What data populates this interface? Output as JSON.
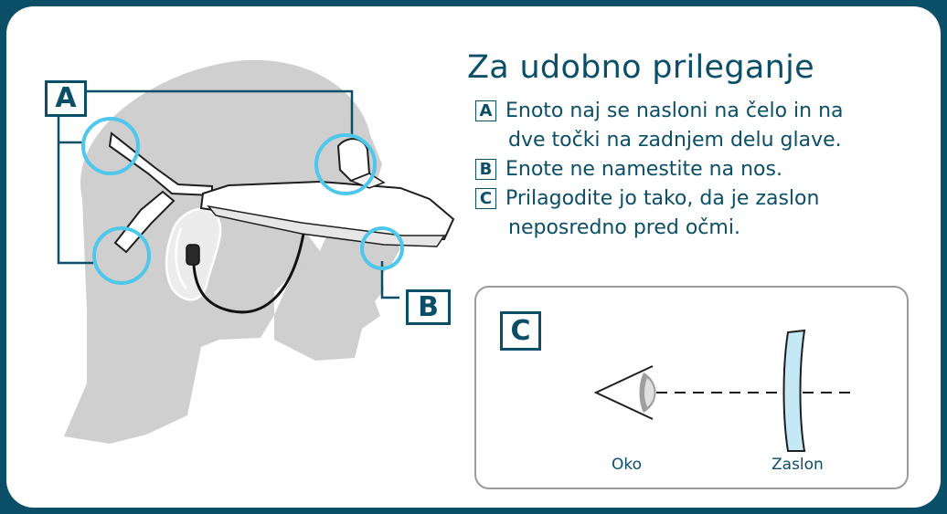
{
  "title": "Za udobno prileganje",
  "items": [
    {
      "letter": "A",
      "line1": "Enoto naj se nasloni na čelo in na",
      "line2": "dve točki na zadnjem delu glave."
    },
    {
      "letter": "B",
      "line1": "Enote ne namestite na nos.",
      "line2": ""
    },
    {
      "letter": "C",
      "line1": "Prilagodite jo tako, da je zaslon",
      "line2": "neposredno pred očmi."
    }
  ],
  "callouts": {
    "a": "A",
    "b": "B"
  },
  "detail": {
    "label": "C",
    "eye_caption": "Oko",
    "screen_caption": "Zaslon"
  },
  "colors": {
    "frame": "#0b4e67",
    "highlight": "#4ec7ea",
    "head": "#cfcfcf",
    "screen": "#c5e8f6"
  }
}
